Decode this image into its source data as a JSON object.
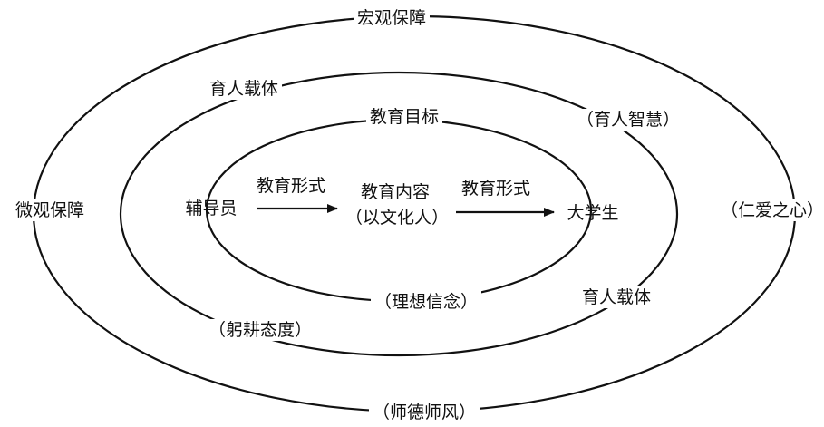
{
  "diagram": {
    "outer_ring": {
      "top": "宏观保障",
      "left": "微观保障",
      "right": "（仁爱之心）",
      "bottom": "（师德师风）"
    },
    "middle_ring": {
      "top_left": "育人载体",
      "top_right": "（育人智慧）",
      "bottom_left": "（躬耕态度）",
      "bottom_right": "育人载体"
    },
    "inner_ring": {
      "top": "教育目标",
      "bottom": "（理想信念）"
    },
    "flow": {
      "source": "辅导员",
      "form_1": "教育形式",
      "content": "教育内容",
      "content_sub": "（以文化人）",
      "form_2": "教育形式",
      "target": "大学生"
    },
    "line_color": "#111111",
    "background_color": "#ffffff"
  }
}
